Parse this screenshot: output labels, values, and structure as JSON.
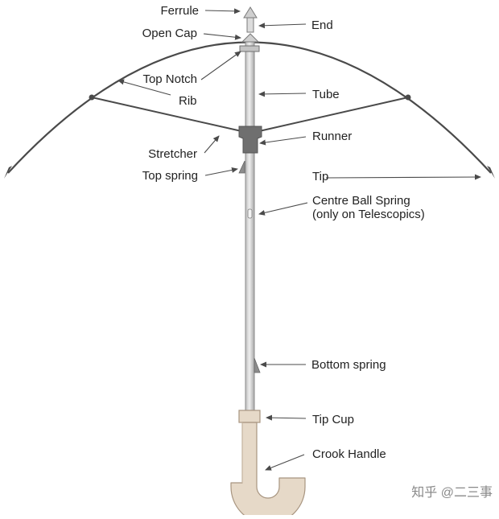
{
  "labels": {
    "ferrule": "Ferrule",
    "end": "End",
    "open_cap": "Open Cap",
    "top_notch": "Top Notch",
    "tube": "Tube",
    "rib": "Rib",
    "runner": "Runner",
    "stretcher": "Stretcher",
    "top_spring": "Top spring",
    "tip": "Tip",
    "centre_ball_spring_line1": "Centre Ball Spring",
    "centre_ball_spring_line2": "(only on Telescopics)",
    "bottom_spring": "Bottom spring",
    "tip_cup": "Tip Cup",
    "crook_handle": "Crook Handle"
  },
  "watermark": "知乎 @二三事",
  "colors": {
    "line": "#4a4a4a",
    "shaft_fill": "#d6d6d6",
    "shaft_stroke": "#8a8a8a",
    "runner": "#6f6f6f",
    "handle_fill": "#e6d9c8",
    "handle_stroke": "#a89580",
    "text": "#222222"
  }
}
